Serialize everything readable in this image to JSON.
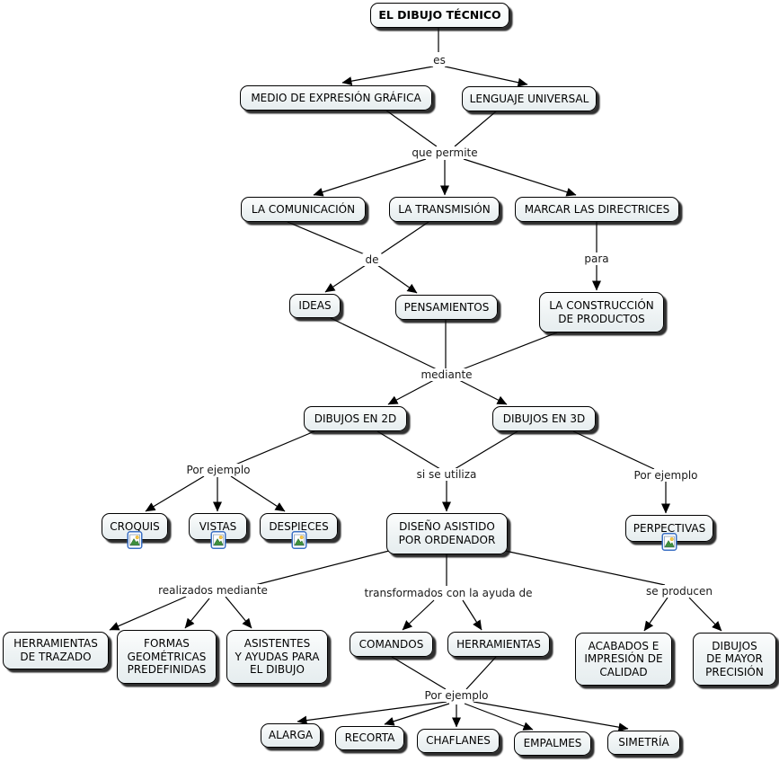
{
  "diagram_type": "concept-map",
  "colors": {
    "background": "#ffffff",
    "node_fill_top": "#fcfdfd",
    "node_fill_bottom": "#e6edef",
    "node_border": "#000000",
    "shadow": "#1a1a1a",
    "edge_line": "#000000",
    "icon_frame_blue": "#3a6fc4",
    "icon_mountain_green": "#3e8f3e",
    "icon_sun_yellow": "#f7c948"
  },
  "nodes": [
    {
      "id": "title",
      "label": "EL DIBUJO TÉCNICO",
      "bold": true,
      "has_icon": false
    },
    {
      "id": "medio",
      "label": "MEDIO DE EXPRESIÓN GRÁFICA",
      "has_icon": false
    },
    {
      "id": "lenguaje",
      "label": "LENGUAJE UNIVERSAL",
      "has_icon": false
    },
    {
      "id": "comunicacion",
      "label": "LA COMUNICACIÓN",
      "has_icon": false
    },
    {
      "id": "transmision",
      "label": "LA TRANSMISIÓN",
      "has_icon": false
    },
    {
      "id": "directrices",
      "label": "MARCAR LAS DIRECTRICES",
      "has_icon": false
    },
    {
      "id": "ideas",
      "label": "IDEAS",
      "has_icon": false
    },
    {
      "id": "pensamientos",
      "label": "PENSAMIENTOS",
      "has_icon": false
    },
    {
      "id": "construccion",
      "label": "LA CONSTRUCCIÓN\nDE PRODUCTOS",
      "has_icon": false
    },
    {
      "id": "dibujos2d",
      "label": "DIBUJOS EN 2D",
      "has_icon": false
    },
    {
      "id": "dibujos3d",
      "label": "DIBUJOS EN 3D",
      "has_icon": false
    },
    {
      "id": "croquis",
      "label": "CROQUIS",
      "has_icon": true
    },
    {
      "id": "vistas",
      "label": "VISTAS",
      "has_icon": true
    },
    {
      "id": "despieces",
      "label": "DESPIECES",
      "has_icon": true
    },
    {
      "id": "cad",
      "label": "DISEÑO ASISTIDO\nPOR ORDENADOR",
      "has_icon": false
    },
    {
      "id": "perspectivas",
      "label": "PERPECTIVAS",
      "has_icon": true
    },
    {
      "id": "herramientas_trazado",
      "label": "HERRAMIENTAS\nDE TRAZADO",
      "has_icon": false
    },
    {
      "id": "formas",
      "label": "FORMAS\nGEOMÉTRICAS\nPREDEFINIDAS",
      "has_icon": false
    },
    {
      "id": "asistentes",
      "label": "ASISTENTES\nY AYUDAS PARA\nEL DIBUJO",
      "has_icon": false
    },
    {
      "id": "comandos",
      "label": "COMANDOS",
      "has_icon": false
    },
    {
      "id": "herramientas",
      "label": "HERRAMIENTAS",
      "has_icon": false
    },
    {
      "id": "acabados",
      "label": "ACABADOS E\nIMPRESIÓN DE\nCALIDAD",
      "has_icon": false
    },
    {
      "id": "precision",
      "label": "DIBUJOS\nDE MAYOR\nPRECISIÓN",
      "has_icon": false
    },
    {
      "id": "alarga",
      "label": "ALARGA",
      "has_icon": false
    },
    {
      "id": "recorta",
      "label": "RECORTA",
      "has_icon": false
    },
    {
      "id": "chaflanes",
      "label": "CHAFLANES",
      "has_icon": false
    },
    {
      "id": "empalmes",
      "label": "EMPALMES",
      "has_icon": false
    },
    {
      "id": "simetria",
      "label": "SIMETRÍA",
      "has_icon": false
    }
  ],
  "linking_phrases": [
    {
      "id": "es",
      "text": "es"
    },
    {
      "id": "que_permite",
      "text": "que permite"
    },
    {
      "id": "de",
      "text": "de"
    },
    {
      "id": "para",
      "text": "para"
    },
    {
      "id": "mediante",
      "text": "mediante"
    },
    {
      "id": "por_ejemplo_izq",
      "text": "Por ejemplo"
    },
    {
      "id": "si_se_utiliza",
      "text": "si se utiliza"
    },
    {
      "id": "por_ejemplo_der",
      "text": "Por ejemplo"
    },
    {
      "id": "realizados_mediante",
      "text": "realizados mediante"
    },
    {
      "id": "transformados",
      "text": "transformados con la ayuda de"
    },
    {
      "id": "se_producen",
      "text": "se producen"
    },
    {
      "id": "por_ejemplo_inf",
      "text": "Por ejemplo"
    }
  ]
}
